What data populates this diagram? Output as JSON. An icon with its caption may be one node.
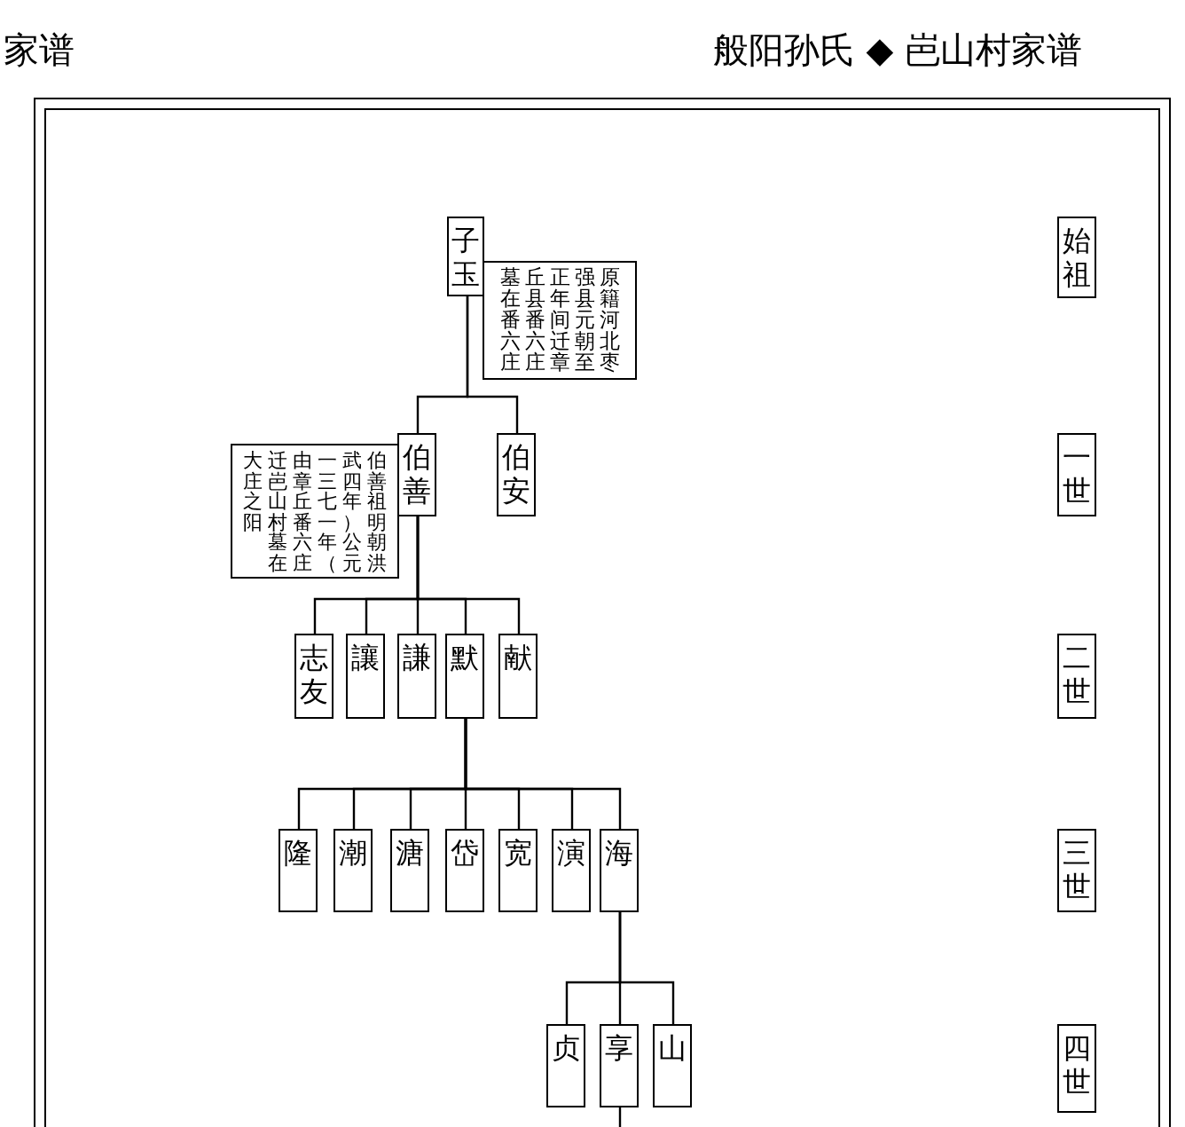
{
  "diagram": {
    "title": "般阳孙氏 ◆ 岜山村家谱",
    "nodes": [
      {
        "text": [
          "子玉"
        ]
      },
      {
        "text": [
          "原籍河北枣强县元朝至正年间迁章丘县番六庄墓在番六庄"
        ]
      },
      {
        "text": [
          "伯善"
        ]
      },
      {
        "text": [
          "伯安"
        ]
      },
      {
        "text": [
          "伯善祖明朝洪武四年（公元一三七一年）由章丘番六庄迁岜山村墓在大庄之阳"
        ]
      },
      {
        "text": [
          "志友"
        ]
      },
      {
        "text": [
          "讓"
        ]
      },
      {
        "text": [
          "謙"
        ]
      },
      {
        "text": [
          "默"
        ]
      },
      {
        "text": [
          "献"
        ]
      },
      {
        "text": [
          "隆"
        ]
      },
      {
        "text": [
          "潮"
        ]
      },
      {
        "text": [
          "溏"
        ]
      },
      {
        "text": [
          "岱"
        ]
      },
      {
        "text": [
          "宽"
        ]
      },
      {
        "text": [
          "演"
        ]
      },
      {
        "text": [
          "海"
        ]
      },
      {
        "text": [
          "贞"
        ]
      },
      {
        "text": [
          "享"
        ]
      },
      {
        "text": [
          "山"
        ]
      },
      {
        "text": [
          "始祖"
        ]
      },
      {
        "text": [
          "一世"
        ]
      },
      {
        "text": [
          "二世"
        ]
      },
      {
        "text": [
          "三世"
        ]
      },
      {
        "text": [
          "四世"
        ]
      }
    ],
    "edges": [
      {
        "from": 0,
        "to": 2,
        "arrow": "none"
      },
      {
        "from": 0,
        "to": 3,
        "arrow": "none"
      },
      {
        "from": 2,
        "to": 5,
        "arrow": "none"
      },
      {
        "from": 2,
        "to": 6,
        "arrow": "none"
      },
      {
        "from": 2,
        "to": 7,
        "arrow": "none"
      },
      {
        "from": 2,
        "to": 8,
        "arrow": "none"
      },
      {
        "from": 2,
        "to": 9,
        "arrow": "none"
      },
      {
        "from": 8,
        "to": 10,
        "arrow": "none"
      },
      {
        "from": 8,
        "to": 11,
        "arrow": "none"
      },
      {
        "from": 8,
        "to": 12,
        "arrow": "none"
      },
      {
        "from": 8,
        "to": 13,
        "arrow": "none"
      },
      {
        "from": 8,
        "to": 14,
        "arrow": "none"
      },
      {
        "from": 8,
        "to": 15,
        "arrow": "none"
      },
      {
        "from": 8,
        "to": 16,
        "arrow": "none"
      },
      {
        "from": 16,
        "to": 17,
        "arrow": "none"
      },
      {
        "from": 16,
        "to": 18,
        "arrow": "none"
      },
      {
        "from": 16,
        "to": 19,
        "arrow": "none"
      },
      {
        "from": 18,
        "to": null,
        "arrow": "none"
      }
    ],
    "labels": [
      "家谱"
    ]
  }
}
